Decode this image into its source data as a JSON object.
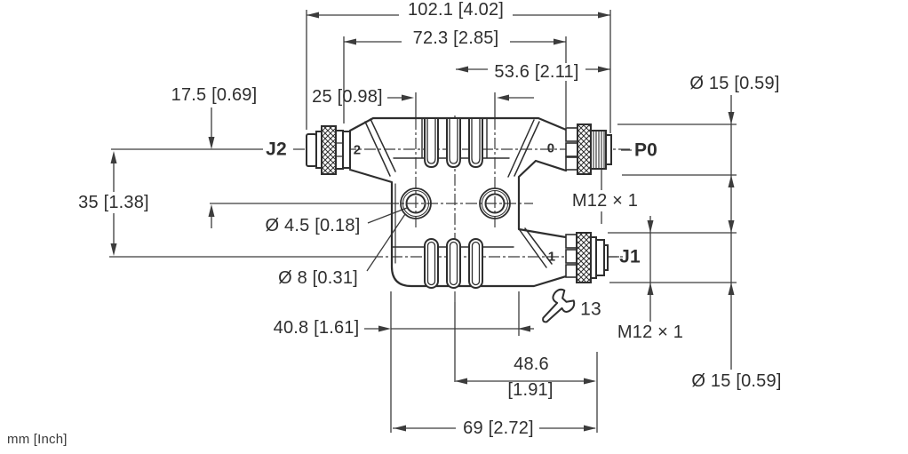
{
  "colors": {
    "line": "#2e2e2e",
    "dim_line": "#3c3c3c",
    "background": "#ffffff"
  },
  "units_label": "mm [Inch]",
  "connectors": {
    "j2": {
      "label": "J2",
      "port_number": "2"
    },
    "p0": {
      "label": "P0",
      "port_number": "0",
      "thread": "M12 × 1",
      "diameter": "Ø 15 [0.59]"
    },
    "j1": {
      "label": "J1",
      "port_number": "1",
      "thread": "M12 × 1",
      "diameter": "Ø 15 [0.59]"
    }
  },
  "wrench": {
    "size_label": "13"
  },
  "dimensions": {
    "overall_length": "102.1 [4.02]",
    "length_to_knurl": "72.3 [2.85]",
    "length_from_center": "53.6 [2.11]",
    "hole_spacing": "25 [0.98]",
    "center_to_hole": "17.5 [0.69]",
    "port_offset": "35 [1.38]",
    "mount_hole_dia": "Ø 4.5 [0.18]",
    "boss_dia": "Ø 8 [0.31]",
    "body_length": "40.8 [1.61]",
    "center_to_j1_mm": "48.6",
    "center_to_j1_in": "[1.91]",
    "body_to_j1": "69 [2.72]",
    "thread_spec": "M12 × 1"
  }
}
